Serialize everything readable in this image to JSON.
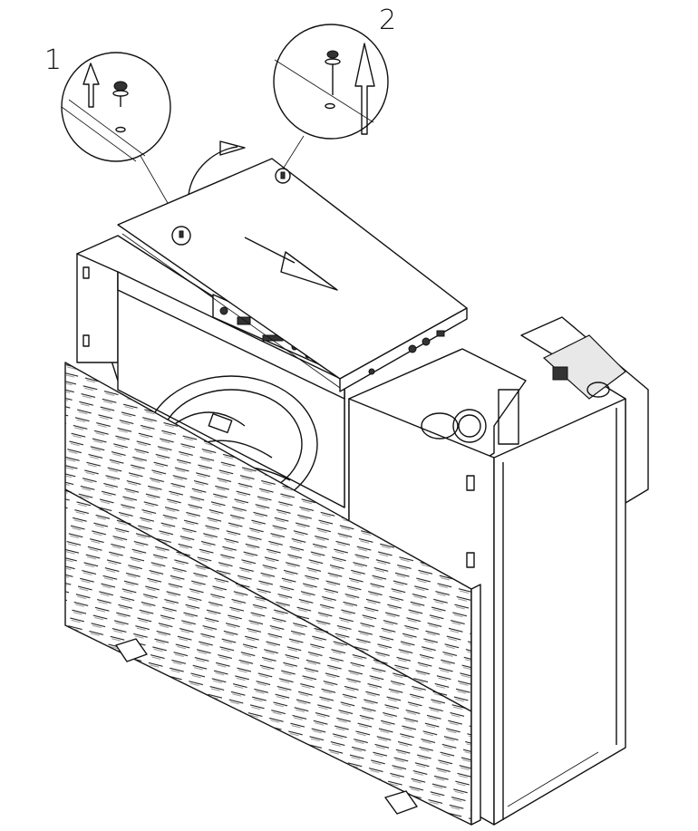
{
  "callouts": [
    {
      "number": "1",
      "detail": "screw"
    },
    {
      "number": "2",
      "detail": "screw"
    }
  ],
  "icons": {
    "arrow": "removal-arrow-icon",
    "screw": "screw-icon",
    "rotation": "rotation-arrow-icon",
    "slide": "slide-direction-arrow-icon"
  },
  "colors": {
    "line": "#111111",
    "background": "#ffffff",
    "panel_shade": "#e8e8e8"
  }
}
